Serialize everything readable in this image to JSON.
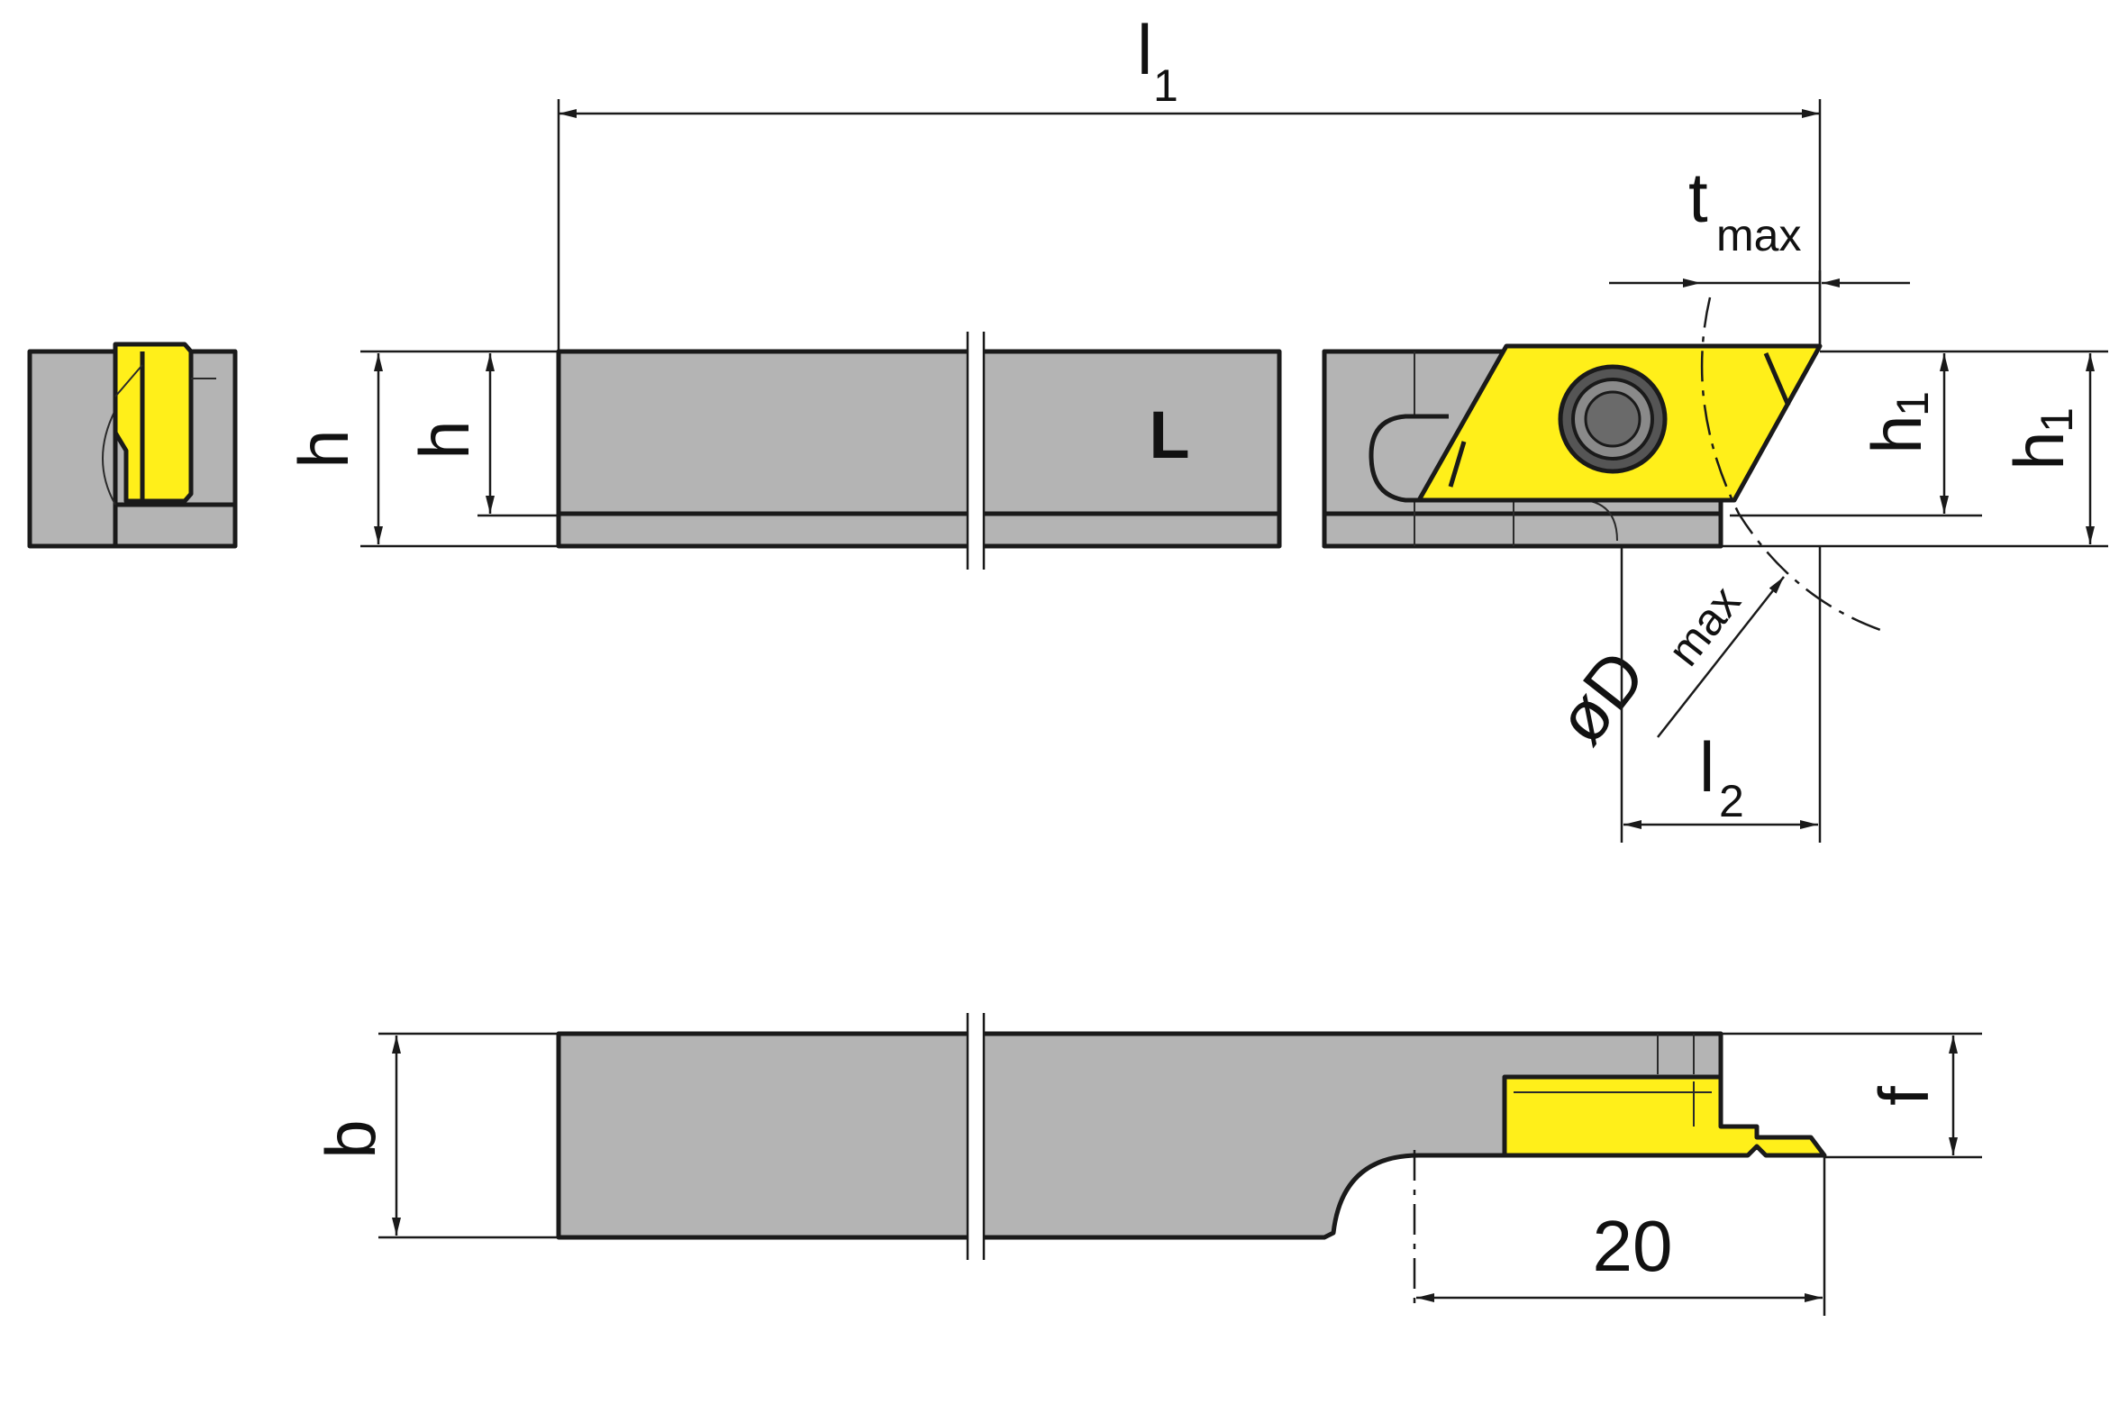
{
  "colors": {
    "holder": "#b4b4b4",
    "insert": "#ffef1a",
    "line": "#1a1a1a",
    "background": "#ffffff"
  },
  "labels": {
    "l1": "l",
    "l1_sub": "1",
    "t_max": "t",
    "t_max_sub": "max",
    "h_end": "h",
    "h_main": "h",
    "h1_inner": "h",
    "h1_inner_sub": "1",
    "h1_outer": "h",
    "h1_outer_sub": "1",
    "d_max": "øD",
    "d_max_sub": "max",
    "l2": "l",
    "l2_sub": "2",
    "b": "b",
    "f": "f",
    "dim_20": "20",
    "hand": "L"
  }
}
